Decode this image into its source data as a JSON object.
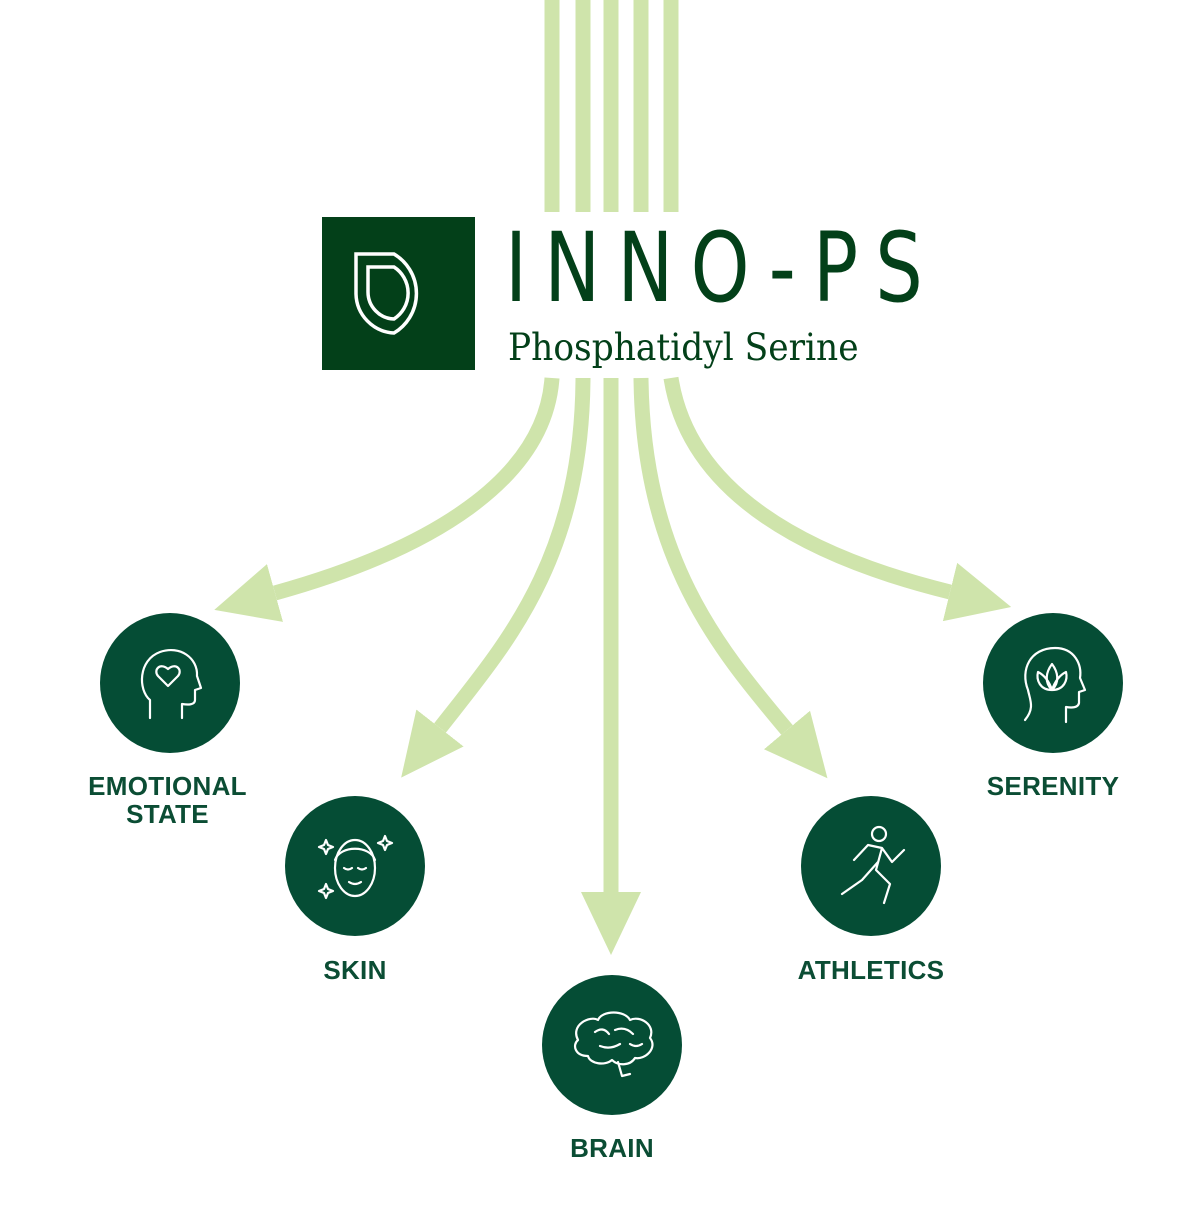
{
  "brand": {
    "name": "INNO-PS",
    "subtitle": "Phosphatidyl Serine"
  },
  "benefits": [
    {
      "label_line1": "EMOTIONAL",
      "label_line2": "STATE",
      "icon": "head-heart-icon"
    },
    {
      "label": "SKIN",
      "icon": "face-sparkle-icon"
    },
    {
      "label": "BRAIN",
      "icon": "brain-icon"
    },
    {
      "label": "ATHLETICS",
      "icon": "runner-icon"
    },
    {
      "label": "SERENITY",
      "icon": "head-lotus-icon"
    }
  ],
  "colors": {
    "arrow": "#cfe4ab",
    "dark": "#034019",
    "circle": "#054d35",
    "text": "#0b4d34"
  }
}
